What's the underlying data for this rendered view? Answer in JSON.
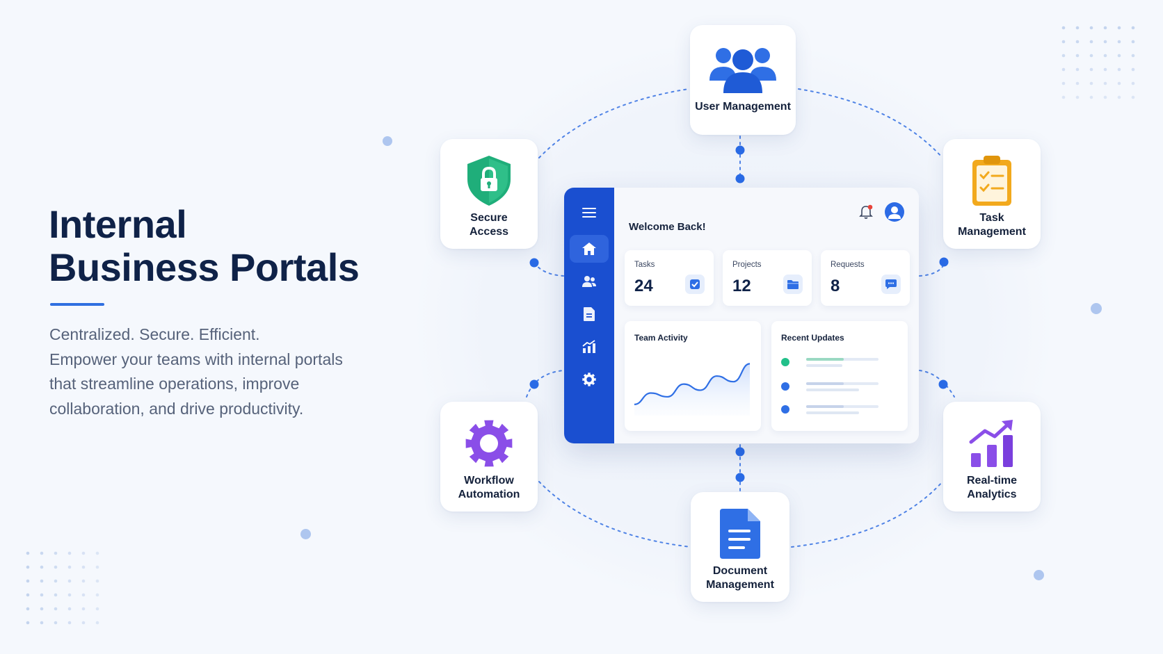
{
  "hero": {
    "title_line1": "Internal",
    "title_line2": "Business Portals",
    "text_lines": [
      "Centralized. Secure. Efficient.",
      "Empower your teams with internal portals",
      "that streamline operations, improve",
      "collaboration, and drive productivity."
    ]
  },
  "features": {
    "user_management": {
      "label_lines": [
        "User Management"
      ],
      "icon": "users-icon",
      "color": "#2f6fe5"
    },
    "secure_access": {
      "label_lines": [
        "Secure",
        "Access"
      ],
      "icon": "shield-lock-icon",
      "color": "#1fae7a"
    },
    "task_management": {
      "label_lines": [
        "Task",
        "Management"
      ],
      "icon": "clipboard-check-icon",
      "color": "#f2a91d"
    },
    "workflow_automation": {
      "label_lines": [
        "Workflow",
        "Automation"
      ],
      "icon": "gear-icon",
      "color": "#8a4ee8"
    },
    "realtime_analytics": {
      "label_lines": [
        "Real-time",
        "Analytics"
      ],
      "icon": "bar-chart-icon",
      "color": "#8a4ee8"
    },
    "document_management": {
      "label_lines": [
        "Document",
        "Management"
      ],
      "icon": "document-icon",
      "color": "#2f6fe5"
    }
  },
  "dashboard": {
    "welcome": "Welcome Back!",
    "nav": [
      "menu-icon",
      "home-icon",
      "users-icon",
      "document-icon",
      "chart-icon",
      "gear-icon"
    ],
    "stats": [
      {
        "label": "Tasks",
        "value": "24",
        "icon": "checkbox-icon"
      },
      {
        "label": "Projects",
        "value": "12",
        "icon": "folder-icon"
      },
      {
        "label": "Requests",
        "value": "8",
        "icon": "chat-icon"
      }
    ],
    "team_activity": {
      "title": "Team Activity",
      "trend": [
        0.12,
        0.36,
        0.28,
        0.55,
        0.42,
        0.72,
        0.6,
        0.98
      ]
    },
    "recent_updates": {
      "title": "Recent Updates",
      "items": [
        {
          "status_color": "#22c08a"
        },
        {
          "status_color": "#2f6fe5"
        },
        {
          "status_color": "#2f6fe5"
        }
      ]
    }
  },
  "colors": {
    "brand": "#1a4fd0",
    "accent": "#2f6fe5",
    "heading": "#0f2248"
  }
}
